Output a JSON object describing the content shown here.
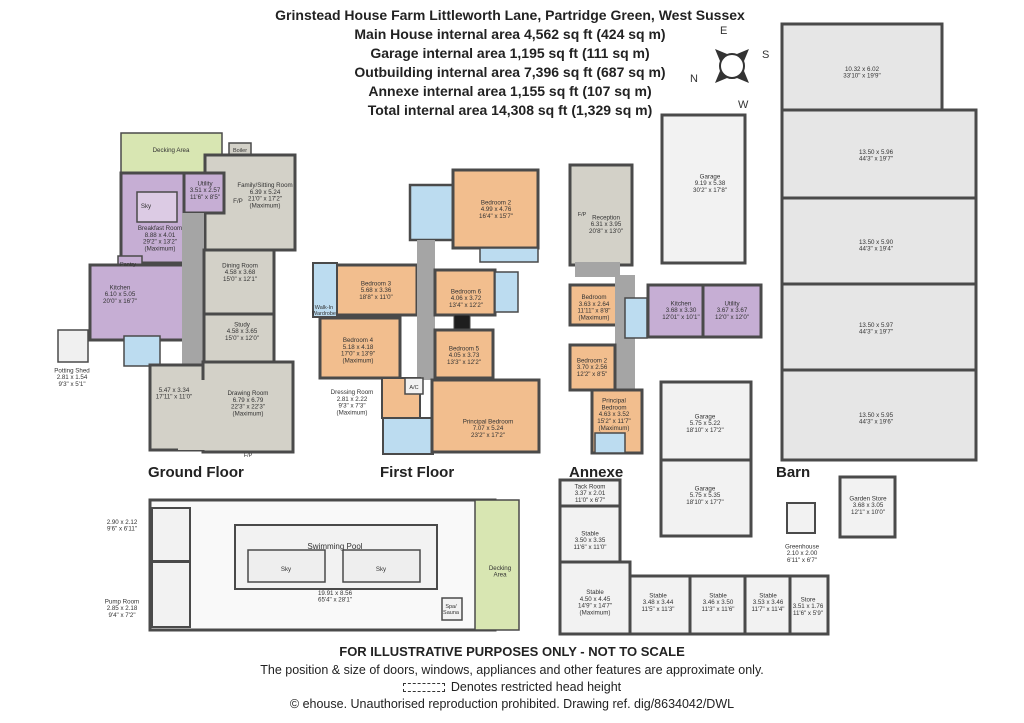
{
  "header": {
    "address": "Grinstead House Farm Littleworth Lane, Partridge Green, West Sussex",
    "areas": [
      "Main House internal area 4,562 sq ft (424 sq m)",
      "Garage internal area 1,195 sq ft (111 sq m)",
      "Outbuilding internal area 7,396 sq ft (687 sq m)",
      "Annexe internal area 1,155 sq ft (107 sq m)",
      "Total internal area 14,308 sq ft (1,329 sq m)"
    ]
  },
  "compass": {
    "n": "N",
    "e": "E",
    "s": "S",
    "w": "W"
  },
  "floors": {
    "ground": "Ground Floor",
    "first": "First Floor",
    "annexe": "Annexe",
    "barn": "Barn"
  },
  "rooms": {
    "decking_top": [
      "Decking Area"
    ],
    "boiler": [
      "Boiler"
    ],
    "utility_gf": [
      "Utility",
      "3.51 x 2.57",
      "11'6\" x 8'5\""
    ],
    "family": [
      "Family/Sitting Room",
      "6.39 x 5.24",
      "21'0\" x 17'2\"",
      "(Maximum)"
    ],
    "fp_family": [
      "F/P"
    ],
    "sky_kitchen": [
      "Sky"
    ],
    "breakfast": [
      "Breakfast Room",
      "8.88 x 4.01",
      "29'2\" x 13'2\"",
      "(Maximum)"
    ],
    "pantry": [
      "Pantry"
    ],
    "kitchen_gf": [
      "Kitchen",
      "6.10 x 5.05",
      "20'0\" x 16'7\""
    ],
    "dining": [
      "Dining Room",
      "4.58 x 3.68",
      "15'0\" x 12'1\""
    ],
    "study": [
      "Study",
      "4.58 x 3.65",
      "15'0\" x 12'0\""
    ],
    "potting": [
      "Potting Shed",
      "2.81 x 1.54",
      "9'3\" x 5'1\""
    ],
    "hall_gf": [
      "5.47 x 3.34",
      "17'11\" x 11'0\""
    ],
    "drawing": [
      "Drawing Room",
      "6.79 x 6.79",
      "22'3\" x 22'3\"",
      "(Maximum)"
    ],
    "fp_drawing": [
      "F/P"
    ],
    "bed2": [
      "Bedroom 2",
      "4.99 x 4.76",
      "16'4\" x 15'7\""
    ],
    "bed3": [
      "Bedroom 3",
      "5.68 x 3.36",
      "18'8\" x 11'0\""
    ],
    "walkin": [
      "Walk-In",
      "Wardrobe"
    ],
    "bed6": [
      "Bedroom 6",
      "4.06 x 3.72",
      "13'4\" x 12'2\""
    ],
    "bed4": [
      "Bedroom 4",
      "5.18 x 4.18",
      "17'0\" x 13'9\"",
      "(Maximum)"
    ],
    "bed5": [
      "Bedroom 5",
      "4.05 x 3.73",
      "13'3\" x 12'2\""
    ],
    "dressing": [
      "Dressing Room",
      "2.81 x 2.22",
      "9'3\" x 7'3\"",
      "(Maximum)"
    ],
    "ac": [
      "A/C"
    ],
    "principal": [
      "Principal Bedroom",
      "7.07 x 5.24",
      "23'2\" x 17'2\""
    ],
    "reception_a": [
      "Reception",
      "6.31 x 3.95",
      "20'8\" x 13'0\""
    ],
    "fp_reception": [
      "F/P"
    ],
    "annexe_bed1": [
      "Bedroom",
      "3.63 x 2.64",
      "11'11\" x 8'8\"",
      "(Maximum)"
    ],
    "annexe_bed2": [
      "Bedroom 2",
      "3.70 x 2.56",
      "12'2\" x 8'5\""
    ],
    "annexe_principal": [
      "Principal",
      "Bedroom",
      "4.63 x 3.52",
      "15'2\" x 11'7\"",
      "(Maximum)"
    ],
    "annexe_kitchen": [
      "Kitchen",
      "3.68 x 3.30",
      "12'01\" x 10'1\""
    ],
    "annexe_utility": [
      "Utility",
      "3.67 x 3.67",
      "12'0\" x 12'0\""
    ],
    "garage_top": [
      "Garage",
      "9.19 x 5.38",
      "30'2\" x 17'8\""
    ],
    "garage_mid": [
      "Garage",
      "5.75 x 5.22",
      "18'10\" x 17'2\""
    ],
    "garage_low": [
      "Garage",
      "5.75 x 5.35",
      "18'10\" x 17'7\""
    ],
    "barn1": [
      "10.32 x 6.02",
      "33'10\" x 19'9\""
    ],
    "barn2": [
      "13.50 x 5.96",
      "44'3\" x 19'7\""
    ],
    "barn3": [
      "13.50 x 5.90",
      "44'3\" x 19'4\""
    ],
    "barn4": [
      "13.50 x 5.97",
      "44'3\" x 19'7\""
    ],
    "barn5": [
      "13.50 x 5.95",
      "44'3\" x 19'6\""
    ],
    "garden_store": [
      "Garden Store",
      "3.68 x 3.05",
      "12'1\" x 10'0\""
    ],
    "greenhouse": [
      "Greenhouse",
      "2.10 x 2.00",
      "6'11\" x 6'7\""
    ],
    "tack": [
      "Tack Room",
      "3.37 x 2.01",
      "11'0\" x 6'7\""
    ],
    "stable1": [
      "Stable",
      "3.50 x 3.35",
      "11'6\" x 11'0\""
    ],
    "stable2": [
      "Stable",
      "4.50 x 4.45",
      "14'9\" x 14'7\"",
      "(Maximum)"
    ],
    "stable3": [
      "Stable",
      "3.48 x 3.44",
      "11'5\" x 11'3\""
    ],
    "stable4": [
      "Stable",
      "3.46 x 3.50",
      "11'3\" x 11'6\""
    ],
    "stable5": [
      "Stable",
      "3.53 x 3.46",
      "11'7\" x 11'4\""
    ],
    "store": [
      "Store",
      "3.51 x 1.76",
      "11'6\" x 5'9\""
    ],
    "pool_room": [
      "Swimming Pool"
    ],
    "pool_dims": [
      "19.91 x 8.56",
      "65'4\" x 28'1\""
    ],
    "sky_pool_1": [
      "Sky"
    ],
    "sky_pool_2": [
      "Sky"
    ],
    "decking_pool": [
      "Decking",
      "Area"
    ],
    "spa": [
      "Spa/",
      "Sauna"
    ],
    "room_290": [
      "2.90 x 2.12",
      "9'6\" x 6'11\""
    ],
    "pump": [
      "Pump Room",
      "2.85 x 2.18",
      "9'4\" x 7'2\""
    ]
  },
  "footer": {
    "illustrative": "FOR ILLUSTRATIVE PURPOSES ONLY - NOT TO SCALE",
    "disclaimer": "The position & size of doors, windows, appliances and other features are approximate only.",
    "restricted": "Denotes restricted head height",
    "copyright": "© ehouse. Unauthorised reproduction prohibited. Drawing ref. dig/8634042/DWL"
  },
  "colors": {
    "wall": "#4a4a4a",
    "grey_room": "#d3d1c8",
    "lilac_room": "#c6aed4",
    "peach_room": "#f2be8e",
    "bath_blue": "#bcdcf0",
    "hall_grey": "#a5a5a5",
    "decking_green": "#d8e6b2",
    "white_room": "#f9f9f9"
  }
}
